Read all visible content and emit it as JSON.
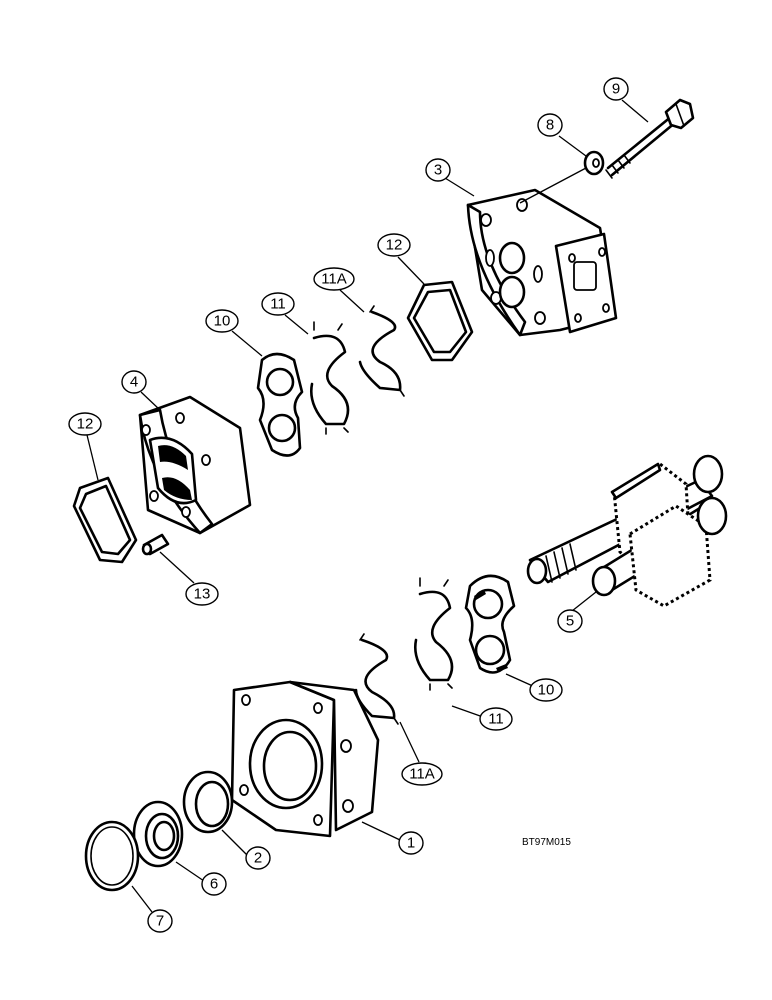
{
  "diagram": {
    "reference_code": "BT97M015",
    "callouts": [
      {
        "id": "c9",
        "label": "9"
      },
      {
        "id": "c8",
        "label": "8"
      },
      {
        "id": "c3",
        "label": "3"
      },
      {
        "id": "c12a",
        "label": "12"
      },
      {
        "id": "c11a1",
        "label": "11A"
      },
      {
        "id": "c11_1",
        "label": "11"
      },
      {
        "id": "c10_1",
        "label": "10"
      },
      {
        "id": "c4",
        "label": "4"
      },
      {
        "id": "c12b",
        "label": "12"
      },
      {
        "id": "c13",
        "label": "13"
      },
      {
        "id": "c5",
        "label": "5"
      },
      {
        "id": "c10_2",
        "label": "10"
      },
      {
        "id": "c11_2",
        "label": "11"
      },
      {
        "id": "c11a2",
        "label": "11A"
      },
      {
        "id": "c1",
        "label": "1"
      },
      {
        "id": "c2",
        "label": "2"
      },
      {
        "id": "c6",
        "label": "6"
      },
      {
        "id": "c7",
        "label": "7"
      }
    ]
  }
}
